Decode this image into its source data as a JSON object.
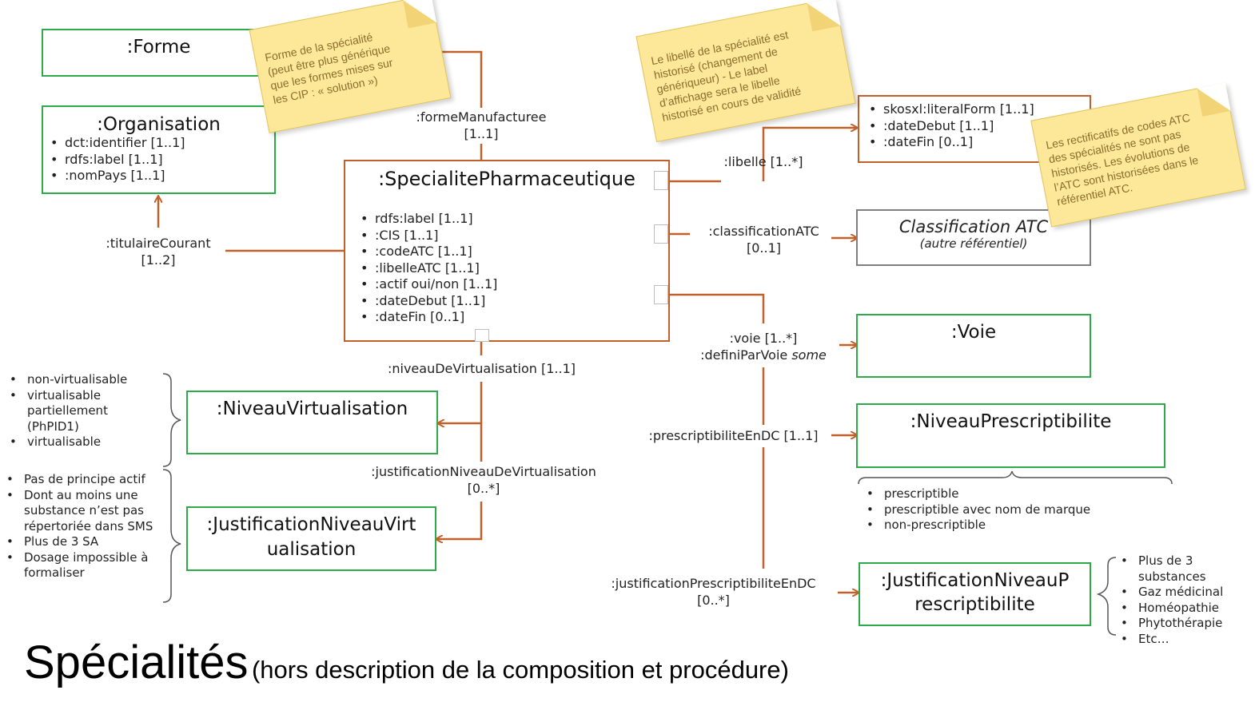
{
  "classes": {
    "forme": {
      "title": ":Forme"
    },
    "organisation": {
      "title": ":Organisation",
      "attrs": [
        "dct:identifier [1..1]",
        "rdfs:label [1..1]",
        ":nomPays [1..1]"
      ]
    },
    "specialite": {
      "title": ":SpecialitePharmaceutique",
      "attrs": [
        "rdfs:label [1..1]",
        ":CIS [1..1]",
        ":codeATC [1..1]",
        ":libelleATC [1..1]",
        ":actif oui/non [1..1]",
        ":dateDebut [1..1]",
        ":dateFin [0..1]"
      ]
    },
    "libelle": {
      "attrs": [
        "skosxl:literalForm [1..1]",
        ":dateDebut [1..1]",
        ":dateFin [0..1]"
      ]
    },
    "classification": {
      "title": "Classification ATC",
      "subtitle": "(autre référentiel)"
    },
    "voie": {
      "title": ":Voie"
    },
    "niveauPrescriptibilite": {
      "title": ":NiveauPrescriptibilite"
    },
    "justificationPrescriptibilite": {
      "title_line1": ":JustificationNiveauP",
      "title_line2": "rescriptibilite"
    },
    "niveauVirtualisation": {
      "title": ":NiveauVirtualisation"
    },
    "justificationVirtualisation": {
      "title_line1": ":JustificationNiveauVirt",
      "title_line2": "ualisation"
    }
  },
  "relations": {
    "formeManufacturee": {
      "name": ":formeManufacturee",
      "card": "[1..1]"
    },
    "titulaireCourant": {
      "name": ":titulaireCourant",
      "card": "[1..2]"
    },
    "libelle": {
      "name": ":libelle [1..*]"
    },
    "classificationATC": {
      "name": ":classificationATC",
      "card": "[0..1]"
    },
    "voie": {
      "name": ":voie [1..*]",
      "name2": ":definiParVoie",
      "name2_em": "some"
    },
    "prescriptibiliteEnDC": {
      "name": ":prescriptibiliteEnDC [1..1]"
    },
    "justificationPrescriptibiliteEnDC": {
      "name": ":justificationPrescriptibiliteEnDC",
      "card": "[0..*]"
    },
    "niveauDeVirtualisation": {
      "name": ":niveauDeVirtualisation [1..1]"
    },
    "justificationNiveauDeVirtualisation": {
      "name": ":justificationNiveauDeVirtualisation",
      "card": "[0..*]"
    }
  },
  "notes": {
    "forme": {
      "lines": [
        "Forme de la spécialité",
        "(peut être plus générique",
        "que les formes mises sur",
        "les CIP : « solution »)"
      ]
    },
    "libelle": {
      "lines": [
        "Le libellé de la spécialité est",
        "historisé (changement de",
        "génériqueur) - Le label",
        "d’affichage sera le libelle",
        "historisé en cours de validité"
      ]
    },
    "atc": {
      "lines": [
        "Les rectificatifs de codes ATC",
        "des spécialités ne sont pas",
        "historisés. Les évolutions de",
        "l’ATC sont historisées dans le",
        "référentiel ATC."
      ]
    }
  },
  "value_lists": {
    "virtualisation": [
      "non-virtualisable",
      "virtualisable partiellement (PhPID1)",
      "virtualisable"
    ],
    "justificationVirtualisation": [
      "Pas de principe actif",
      "Dont au moins une substance n’est pas répertoriée dans SMS",
      "Plus de 3 SA",
      "Dosage impossible à formaliser"
    ],
    "prescriptibilite": [
      "prescriptible",
      "prescriptible avec nom de marque",
      "non-prescriptible"
    ],
    "justificationPrescriptibilite": [
      "Plus de 3 substances",
      "Gaz médicinal",
      "Homéopathie",
      "Phytothérapie",
      "Etc…"
    ]
  },
  "footer": {
    "title": "Spécialités",
    "subtitle": "(hors description de la composition et procédure)"
  },
  "colors": {
    "line": "#c0602a",
    "green": "#2eaa4a",
    "grey": "#7f7f7f",
    "note": "#fde89a"
  }
}
